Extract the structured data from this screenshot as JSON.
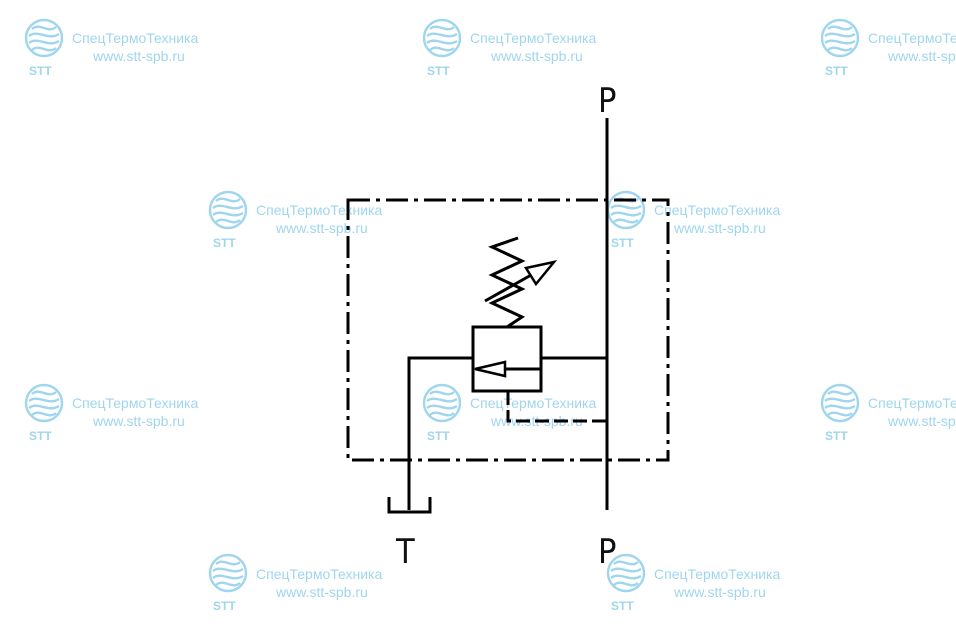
{
  "watermark": {
    "name": "СпецТермоТехника",
    "url": "www.stt-spb.ru",
    "logo_text": "STT",
    "color": "#9fd6ee"
  },
  "ports": {
    "pressure_top": "P",
    "pressure_bottom": "P",
    "tank": "T"
  },
  "line_color": "#000000"
}
